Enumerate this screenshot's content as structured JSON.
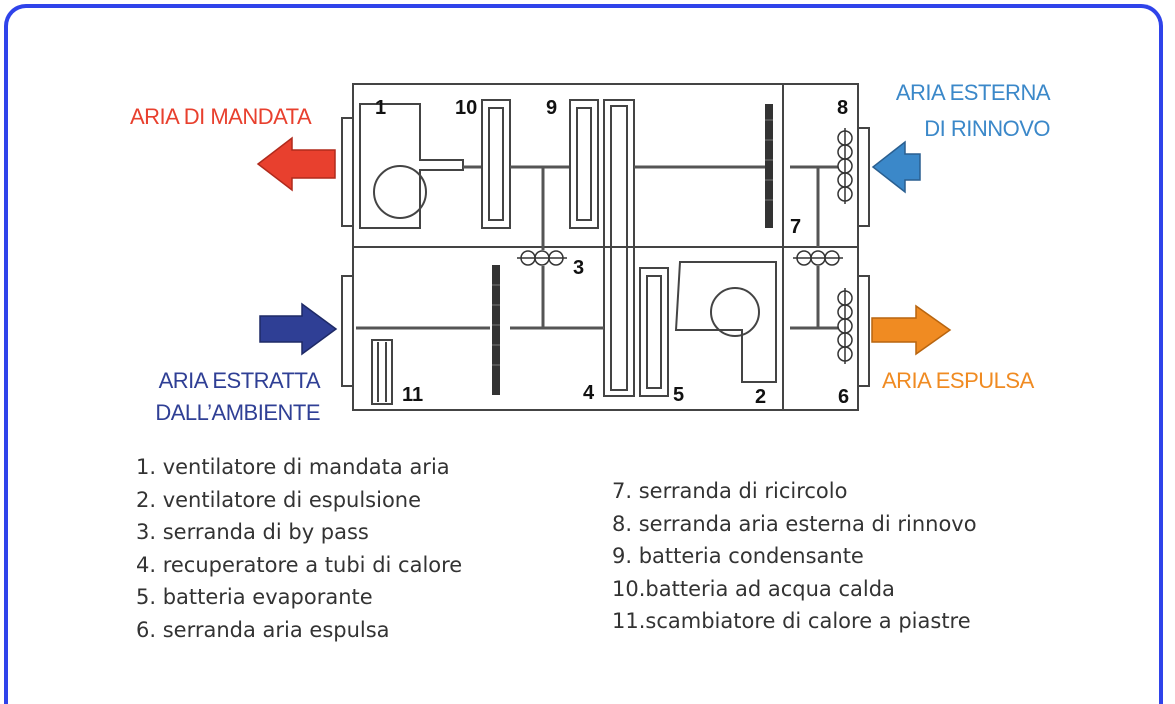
{
  "colors": {
    "frame": "#2f43ea",
    "supply": "#e8402e",
    "outside": "#3b88c9",
    "extract": "#2f3f95",
    "exhaust": "#f08b22"
  },
  "flows": {
    "supply": "ARIA DI MANDATA",
    "outside_line1": "ARIA ESTERNA",
    "outside_line2": "DI RINNOVO",
    "extract_line1": "ARIA ESTRATTA",
    "extract_line2": "DALL’AMBIENTE",
    "exhaust": "ARIA ESPULSA"
  },
  "numbers": {
    "n1": "1",
    "n2": "2",
    "n3": "3",
    "n4": "4",
    "n5": "5",
    "n6": "6",
    "n7": "7",
    "n8": "8",
    "n9": "9",
    "n10": "10",
    "n11": "11"
  },
  "legend_left": [
    "1.  ventilatore di mandata aria",
    "2.  ventilatore di espulsione",
    "3.  serranda di by pass",
    "4.  recuperatore a tubi di calore",
    "5.  batteria evaporante",
    "6.  serranda aria espulsa"
  ],
  "legend_right": [
    "7.  serranda di ricircolo",
    "8.  serranda aria esterna di rinnovo",
    "9.  batteria condensante",
    "10.batteria ad acqua calda",
    "11.scambiatore di calore a piastre"
  ]
}
